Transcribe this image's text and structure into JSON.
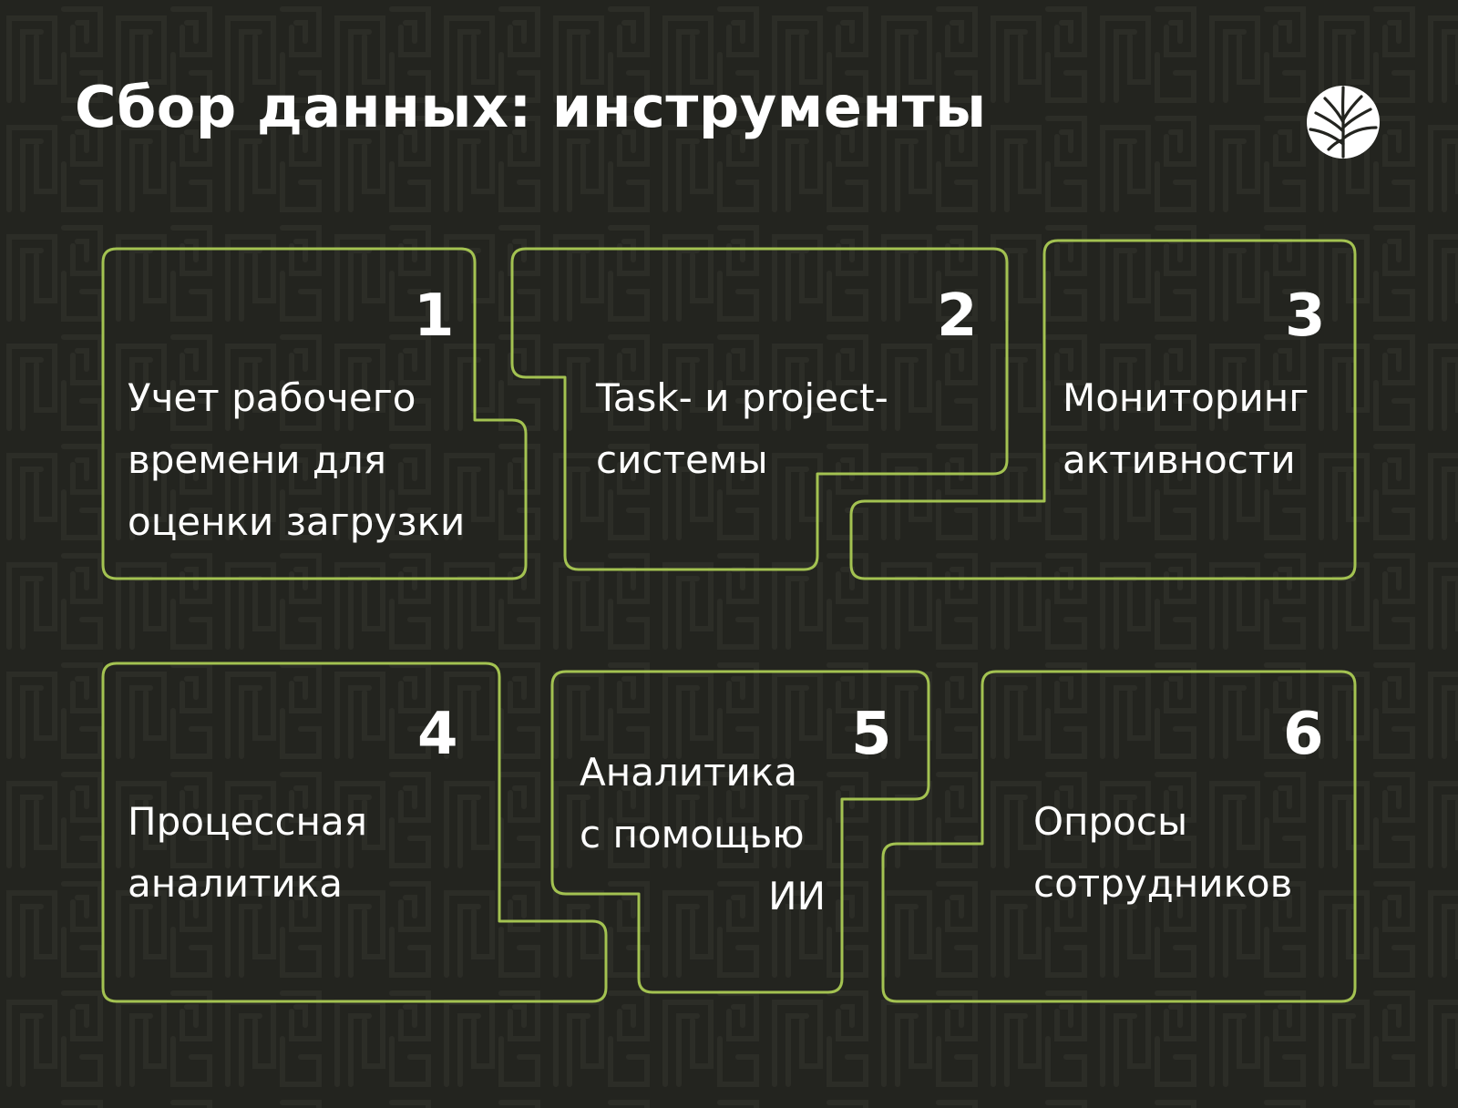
{
  "title": "Сбор данных: инструменты",
  "colors": {
    "background": "#23241f",
    "accent": "#a3c251",
    "text": "#ffffff"
  },
  "logo": "tree-logo",
  "cards": [
    {
      "number": "1",
      "lines": [
        "Учет рабочего",
        "времени для",
        "оценки загрузки"
      ]
    },
    {
      "number": "2",
      "lines": [
        "Task- и project-",
        "системы"
      ]
    },
    {
      "number": "3",
      "lines": [
        "Мониторинг",
        "активности"
      ]
    },
    {
      "number": "4",
      "lines": [
        "Процессная",
        "аналитика"
      ]
    },
    {
      "number": "5",
      "lines": [
        "Аналитика",
        "с помощью",
        "ИИ"
      ]
    },
    {
      "number": "6",
      "lines": [
        "Опросы",
        "сотрудников"
      ]
    }
  ]
}
